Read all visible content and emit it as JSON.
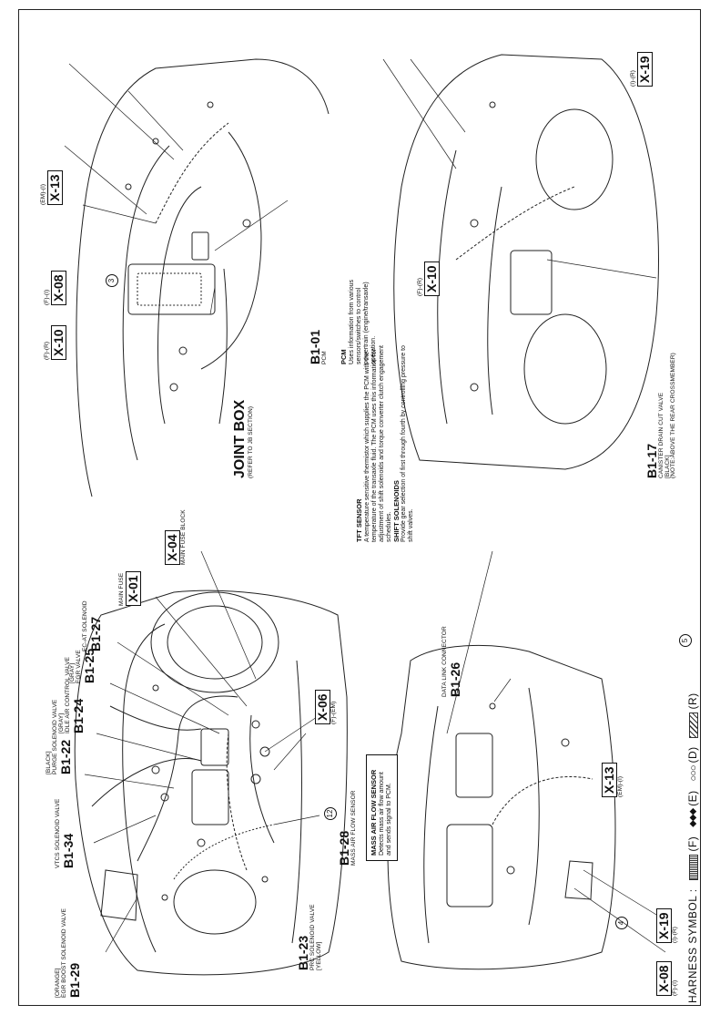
{
  "legend": {
    "title": "HARNESS SYMBOL :",
    "items": [
      {
        "code": "(F)",
        "glyph": ""
      },
      {
        "code": "(E)",
        "glyph": "◆◆◆"
      },
      {
        "code": "(D)",
        "glyph": "○○○"
      },
      {
        "code": "(R)",
        "glyph": ""
      }
    ]
  },
  "engine": {
    "b1_29": {
      "pre": "[ORANGE]",
      "name": "EGR BOOST SOLENOID VALVE",
      "code": "B1-29"
    },
    "b1_34": {
      "name": "VTCS SOLENOID VALVE",
      "code": "B1-34"
    },
    "b1_22": {
      "pre": "[BLACK]",
      "name": "PURGE SOLENOID VALVE",
      "code": "B1-22"
    },
    "b1_24": {
      "pre": "[GRAY]",
      "name": "IDLE AIR CONTROL VALVE",
      "code": "B1-24"
    },
    "b1_25": {
      "pre": "[GRAY]",
      "name": "EGR VALVE",
      "code": "B1-25"
    },
    "b1_27": {
      "name": "EC-AT SOLENOID",
      "code": "B1-27"
    },
    "x_01": {
      "name": "MAIN FUSE",
      "code": "X-01"
    },
    "x_04": {
      "name": "MAIN FUSE BLOCK",
      "code": "X-04"
    },
    "x_06": {
      "code": "X-06",
      "sub": "(F)-(EM)"
    },
    "b1_28": {
      "code": "B1-28",
      "name": "MASS AIR FLOW SENSOR"
    },
    "b1_23": {
      "code": "B1-23",
      "name": "PRC SOLENOID VALVE",
      "post": "[YELLOW]"
    },
    "circle_12": "12",
    "maf_note": {
      "title": "MASS AIR FLOW SENSOR",
      "body": "Detects mass air flow amount and sends signal to PCM."
    }
  },
  "cabin": {
    "joint_box": {
      "code": "JOINT BOX",
      "name": "(REFER TO JB SECTION)"
    },
    "x_10": {
      "code": "X-10",
      "sub": "(F)-(R)"
    },
    "x_08": {
      "code": "X-08",
      "sub": "(F)-(I)"
    },
    "x_13": {
      "code": "X-13",
      "sub": "(EM)-(I)"
    },
    "circle_3": "3",
    "b1_01": {
      "code": "B1-01",
      "name": "PCM"
    },
    "pcm_note": {
      "title": "PCM",
      "body": "Uses information from various sensors/switches to control powertrain (engine/transaxle) operation."
    }
  },
  "tft_note": {
    "title1": "TFT SENSOR",
    "body1": "A temperature sensitive thermistor which supplies the PCM with the temperature of the transaxle fluid. The PCM uses this information for adjustment of shift solenoids and torque converter clutch engagement schedules.",
    "title2": "SHIFT SOLENOIDS",
    "body2": "Provide gear selection of first through fourth by controlling pressure to shift valves."
  },
  "dash": {
    "b1_26": {
      "name": "DATA LINK CONNECTOR",
      "code": "B1-26"
    },
    "x_08": {
      "code": "X-08",
      "sub": "(F)-(I)"
    },
    "x_19": {
      "code": "X-19",
      "sub": "(I)-(R)"
    },
    "x_13": {
      "code": "X-13",
      "sub": "(EM)-(I)"
    },
    "circle_4": "4",
    "circle_5": "5"
  },
  "rear": {
    "x_19": {
      "code": "X-19",
      "sub": "(I)-(R)"
    },
    "x_10": {
      "code": "X-10",
      "sub": "(F)-(R)"
    },
    "b1_17": {
      "code": "B1-17",
      "name": "CANISTER DRAIN CUT VALVE",
      "pre": "[BLACK]",
      "post": "(NOTE:ABOVE THE REAR CROSSMEMBER)"
    }
  }
}
